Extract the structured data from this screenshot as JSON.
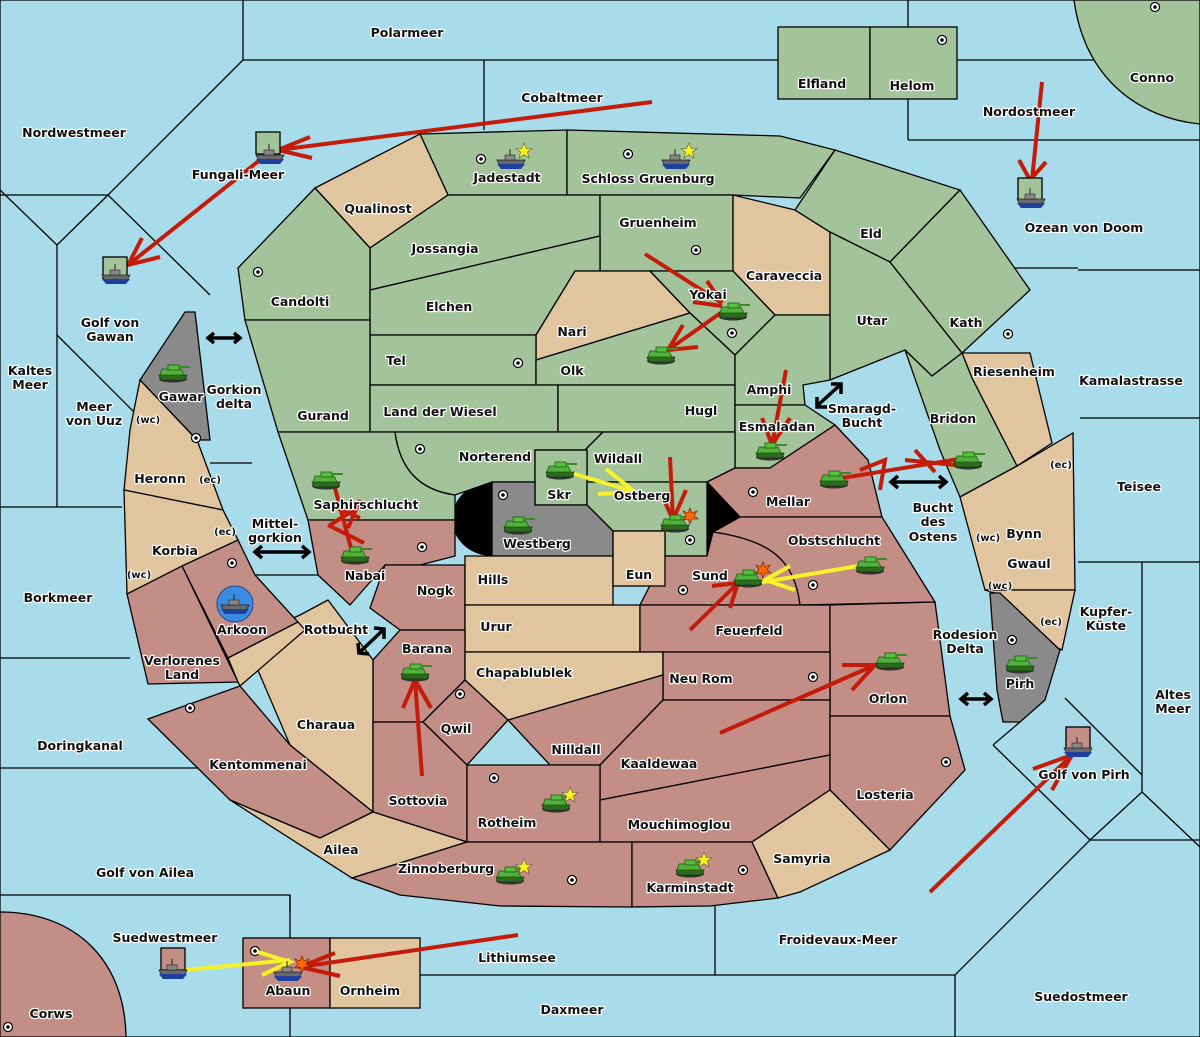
{
  "game": {
    "type": "Diplomacy-style strategy map"
  },
  "colors": {
    "sea": "#a8dcea",
    "power_green": "#a3c49a",
    "power_red": "#c28e85",
    "neutral": "#e1c59e",
    "impassable_grey": "#8a8a8a",
    "order_move": "#c41b0b",
    "order_support": "#f5f22a",
    "fleet_highlight": "#3b8be0"
  },
  "sea_regions": {
    "polarmeer": "Polarmeer",
    "cobaltmeer": "Cobaltmeer",
    "nordwestmeer": "Nordwestmeer",
    "fungali_meer": "Fungali-Meer",
    "golf_von_gawan_1": "Golf von",
    "golf_von_gawan_2": "Gawan",
    "kaltes_meer_1": "Kaltes",
    "kaltes_meer_2": "Meer",
    "meer_von_uuz_1": "Meer",
    "meer_von_uuz_2": "von Uuz",
    "gorkion_delta_1": "Gorkion",
    "gorkion_delta_2": "delta",
    "mittelgorkion_1": "Mittel-",
    "mittelgorkion_2": "gorkion",
    "borkmeer": "Borkmeer",
    "rotbucht": "Rotbucht",
    "doringkanal": "Doringkanal",
    "golf_von_ailea": "Golf von Ailea",
    "suedwestmeer": "Suedwestmeer",
    "lithiumsee": "Lithiumsee",
    "daxmeer": "Daxmeer",
    "froidevaux_meer": "Froidevaux-Meer",
    "suedostmeer": "Suedostmeer",
    "golf_von_pirh": "Golf von Pirh",
    "altes_meer_1": "Altes",
    "altes_meer_2": "Meer",
    "kupfer_kueste_1": "Kupfer-",
    "kupfer_kueste_2": "Küste",
    "teisee": "Teisee",
    "kamalastrasse": "Kamalastrasse",
    "ozean_von_doom": "Ozean von Doom",
    "nordostmeer": "Nordostmeer",
    "smaragd_bucht_1": "Smaragd-",
    "smaragd_bucht_2": "Bucht",
    "bucht_des_ostens_1": "Bucht",
    "bucht_des_ostens_2": "des",
    "bucht_des_ostens_3": "Ostens",
    "rodesion_delta_1": "Rodesion",
    "rodesion_delta_2": "Delta"
  },
  "land_regions": {
    "elfland": "Elfland",
    "helom": "Helom",
    "conno": "Conno",
    "jadestadt": "Jadestadt",
    "schloss_gruenburg": "Schloss Gruenburg",
    "qualinost": "Qualinost",
    "jossangia": "Jossangia",
    "gruenheim": "Gruenheim",
    "caraveccia": "Caraveccia",
    "eld": "Eld",
    "candolti": "Candolti",
    "elchen": "Elchen",
    "nari": "Nari",
    "yokai": "Yokai",
    "utar": "Utar",
    "kath": "Kath",
    "tel": "Tel",
    "olk": "Olk",
    "gurand": "Gurand",
    "land_der_wiesel": "Land der Wiesel",
    "hugl": "Hugl",
    "amphi": "Amphi",
    "esmaladan": "Esmaladan",
    "riesenheim": "Riesenheim",
    "bridon": "Bridon",
    "norterend": "Norterend",
    "wildall": "Wildall",
    "skr": "Skr",
    "ostberg": "Ostberg",
    "westberg": "Westberg",
    "saphirschlucht": "Saphirschlucht",
    "mellar": "Mellar",
    "gawar": "Gawar",
    "heronn": "Heronn",
    "korbia": "Korbia",
    "arkoon": "Arkoon",
    "verlorenes_land_1": "Verlorenes",
    "verlorenes_land_2": "Land",
    "nabai": "Nabai",
    "nogk": "Nogk",
    "hills": "Hills",
    "eun": "Eun",
    "sund": "Sund",
    "obstschlucht": "Obstschlucht",
    "bynn": "Bynn",
    "gwaul": "Gwaul",
    "pirh": "Pirh",
    "urur": "Urur",
    "barana": "Barana",
    "feuerfeld": "Feuerfeld",
    "chapablublek": "Chapablublek",
    "neu_rom": "Neu Rom",
    "orlon": "Orlon",
    "charaua": "Charaua",
    "qwil": "Qwil",
    "nilldall": "Nilldall",
    "kaaldewaa": "Kaaldewaa",
    "kentommenai": "Kentommenai",
    "sottovia": "Sottovia",
    "rotheim": "Rotheim",
    "mouchimoglou": "Mouchimoglou",
    "losteria": "Losteria",
    "ailea": "Ailea",
    "zinnoberburg": "Zinnoberburg",
    "karminstadt": "Karminstadt",
    "samyria": "Samyria",
    "abaun": "Abaun",
    "ornheim": "Ornheim",
    "corws": "Corws"
  },
  "coast_tags": {
    "wc": "(wc)",
    "ec": "(ec)"
  },
  "units": [
    {
      "type": "fleet",
      "region": "Fungali-Meer",
      "power": "green"
    },
    {
      "type": "fleet",
      "region": "Golf von Gawan",
      "power": "green"
    },
    {
      "type": "fleet",
      "region": "Jadestadt",
      "power": "green",
      "home": true
    },
    {
      "type": "fleet",
      "region": "Schloss Gruenburg",
      "power": "green",
      "home": true
    },
    {
      "type": "fleet",
      "region": "Ozean von Doom",
      "power": "green"
    },
    {
      "type": "army",
      "region": "Gawar",
      "power": "green"
    },
    {
      "type": "army",
      "region": "Yokai",
      "power": "green"
    },
    {
      "type": "army",
      "region": "Olk",
      "power": "green"
    },
    {
      "type": "army",
      "region": "Esmaladan",
      "power": "green"
    },
    {
      "type": "army",
      "region": "Bridon",
      "power": "green"
    },
    {
      "type": "army",
      "region": "Saphirschlucht",
      "power": "green"
    },
    {
      "type": "army",
      "region": "Skr",
      "power": "green"
    },
    {
      "type": "army",
      "region": "Westberg",
      "power": "green"
    },
    {
      "type": "army",
      "region": "Ostberg",
      "power": "green",
      "dislodged": true
    },
    {
      "type": "army",
      "region": "Mellar",
      "power": "red"
    },
    {
      "type": "army",
      "region": "Nabai",
      "power": "red"
    },
    {
      "type": "army",
      "region": "Sund",
      "power": "red",
      "dislodged": true
    },
    {
      "type": "army",
      "region": "Obstschlucht",
      "power": "red"
    },
    {
      "type": "army",
      "region": "Barana",
      "power": "red"
    },
    {
      "type": "army",
      "region": "Orlon",
      "power": "red"
    },
    {
      "type": "army",
      "region": "Pirh",
      "power": "red"
    },
    {
      "type": "army",
      "region": "Rotheim",
      "power": "red",
      "home": true
    },
    {
      "type": "army",
      "region": "Zinnoberburg",
      "power": "red",
      "home": true
    },
    {
      "type": "army",
      "region": "Karminstadt",
      "power": "red",
      "home": true
    },
    {
      "type": "fleet",
      "region": "Arkoon",
      "power": "red",
      "highlighted": true
    },
    {
      "type": "fleet",
      "region": "Golf von Pirh",
      "power": "red"
    },
    {
      "type": "fleet",
      "region": "Suedwestmeer",
      "power": "red"
    },
    {
      "type": "fleet",
      "region": "Abaun",
      "power": "red",
      "dislodged": true
    }
  ],
  "orders": [
    {
      "kind": "move",
      "from": "Cobaltmeer",
      "to": "Fungali-Meer"
    },
    {
      "kind": "move",
      "from": "Fungali-Meer",
      "to": "Golf von Gawan"
    },
    {
      "kind": "move",
      "from": "Nordostmeer",
      "to": "Ozean von Doom"
    },
    {
      "kind": "move",
      "from": "Gruenheim",
      "to": "Yokai"
    },
    {
      "kind": "move",
      "from": "Yokai",
      "to": "Olk"
    },
    {
      "kind": "move",
      "from": "Amphi",
      "to": "Esmaladan"
    },
    {
      "kind": "move",
      "from": "Wildall",
      "to": "Ostberg"
    },
    {
      "kind": "support",
      "from": "Skr",
      "to": "Ostberg"
    },
    {
      "kind": "move-failed",
      "from": "Saphirschlucht",
      "to": "Nabai"
    },
    {
      "kind": "move-failed",
      "from": "Mellar",
      "to": "Bridon"
    },
    {
      "kind": "move",
      "from": "Feuerfeld",
      "to": "Sund"
    },
    {
      "kind": "support",
      "from": "Obstschlucht",
      "to": "Sund"
    },
    {
      "kind": "move",
      "from": "Sottovia",
      "to": "Barana"
    },
    {
      "kind": "move",
      "from": "Kaaldewaa",
      "to": "Orlon"
    },
    {
      "kind": "move",
      "from": "Froidevaux-Meer",
      "to": "Golf von Pirh"
    },
    {
      "kind": "move",
      "from": "Lithiumsee",
      "to": "Abaun"
    },
    {
      "kind": "support",
      "from": "Suedwestmeer",
      "to": "Abaun"
    }
  ]
}
